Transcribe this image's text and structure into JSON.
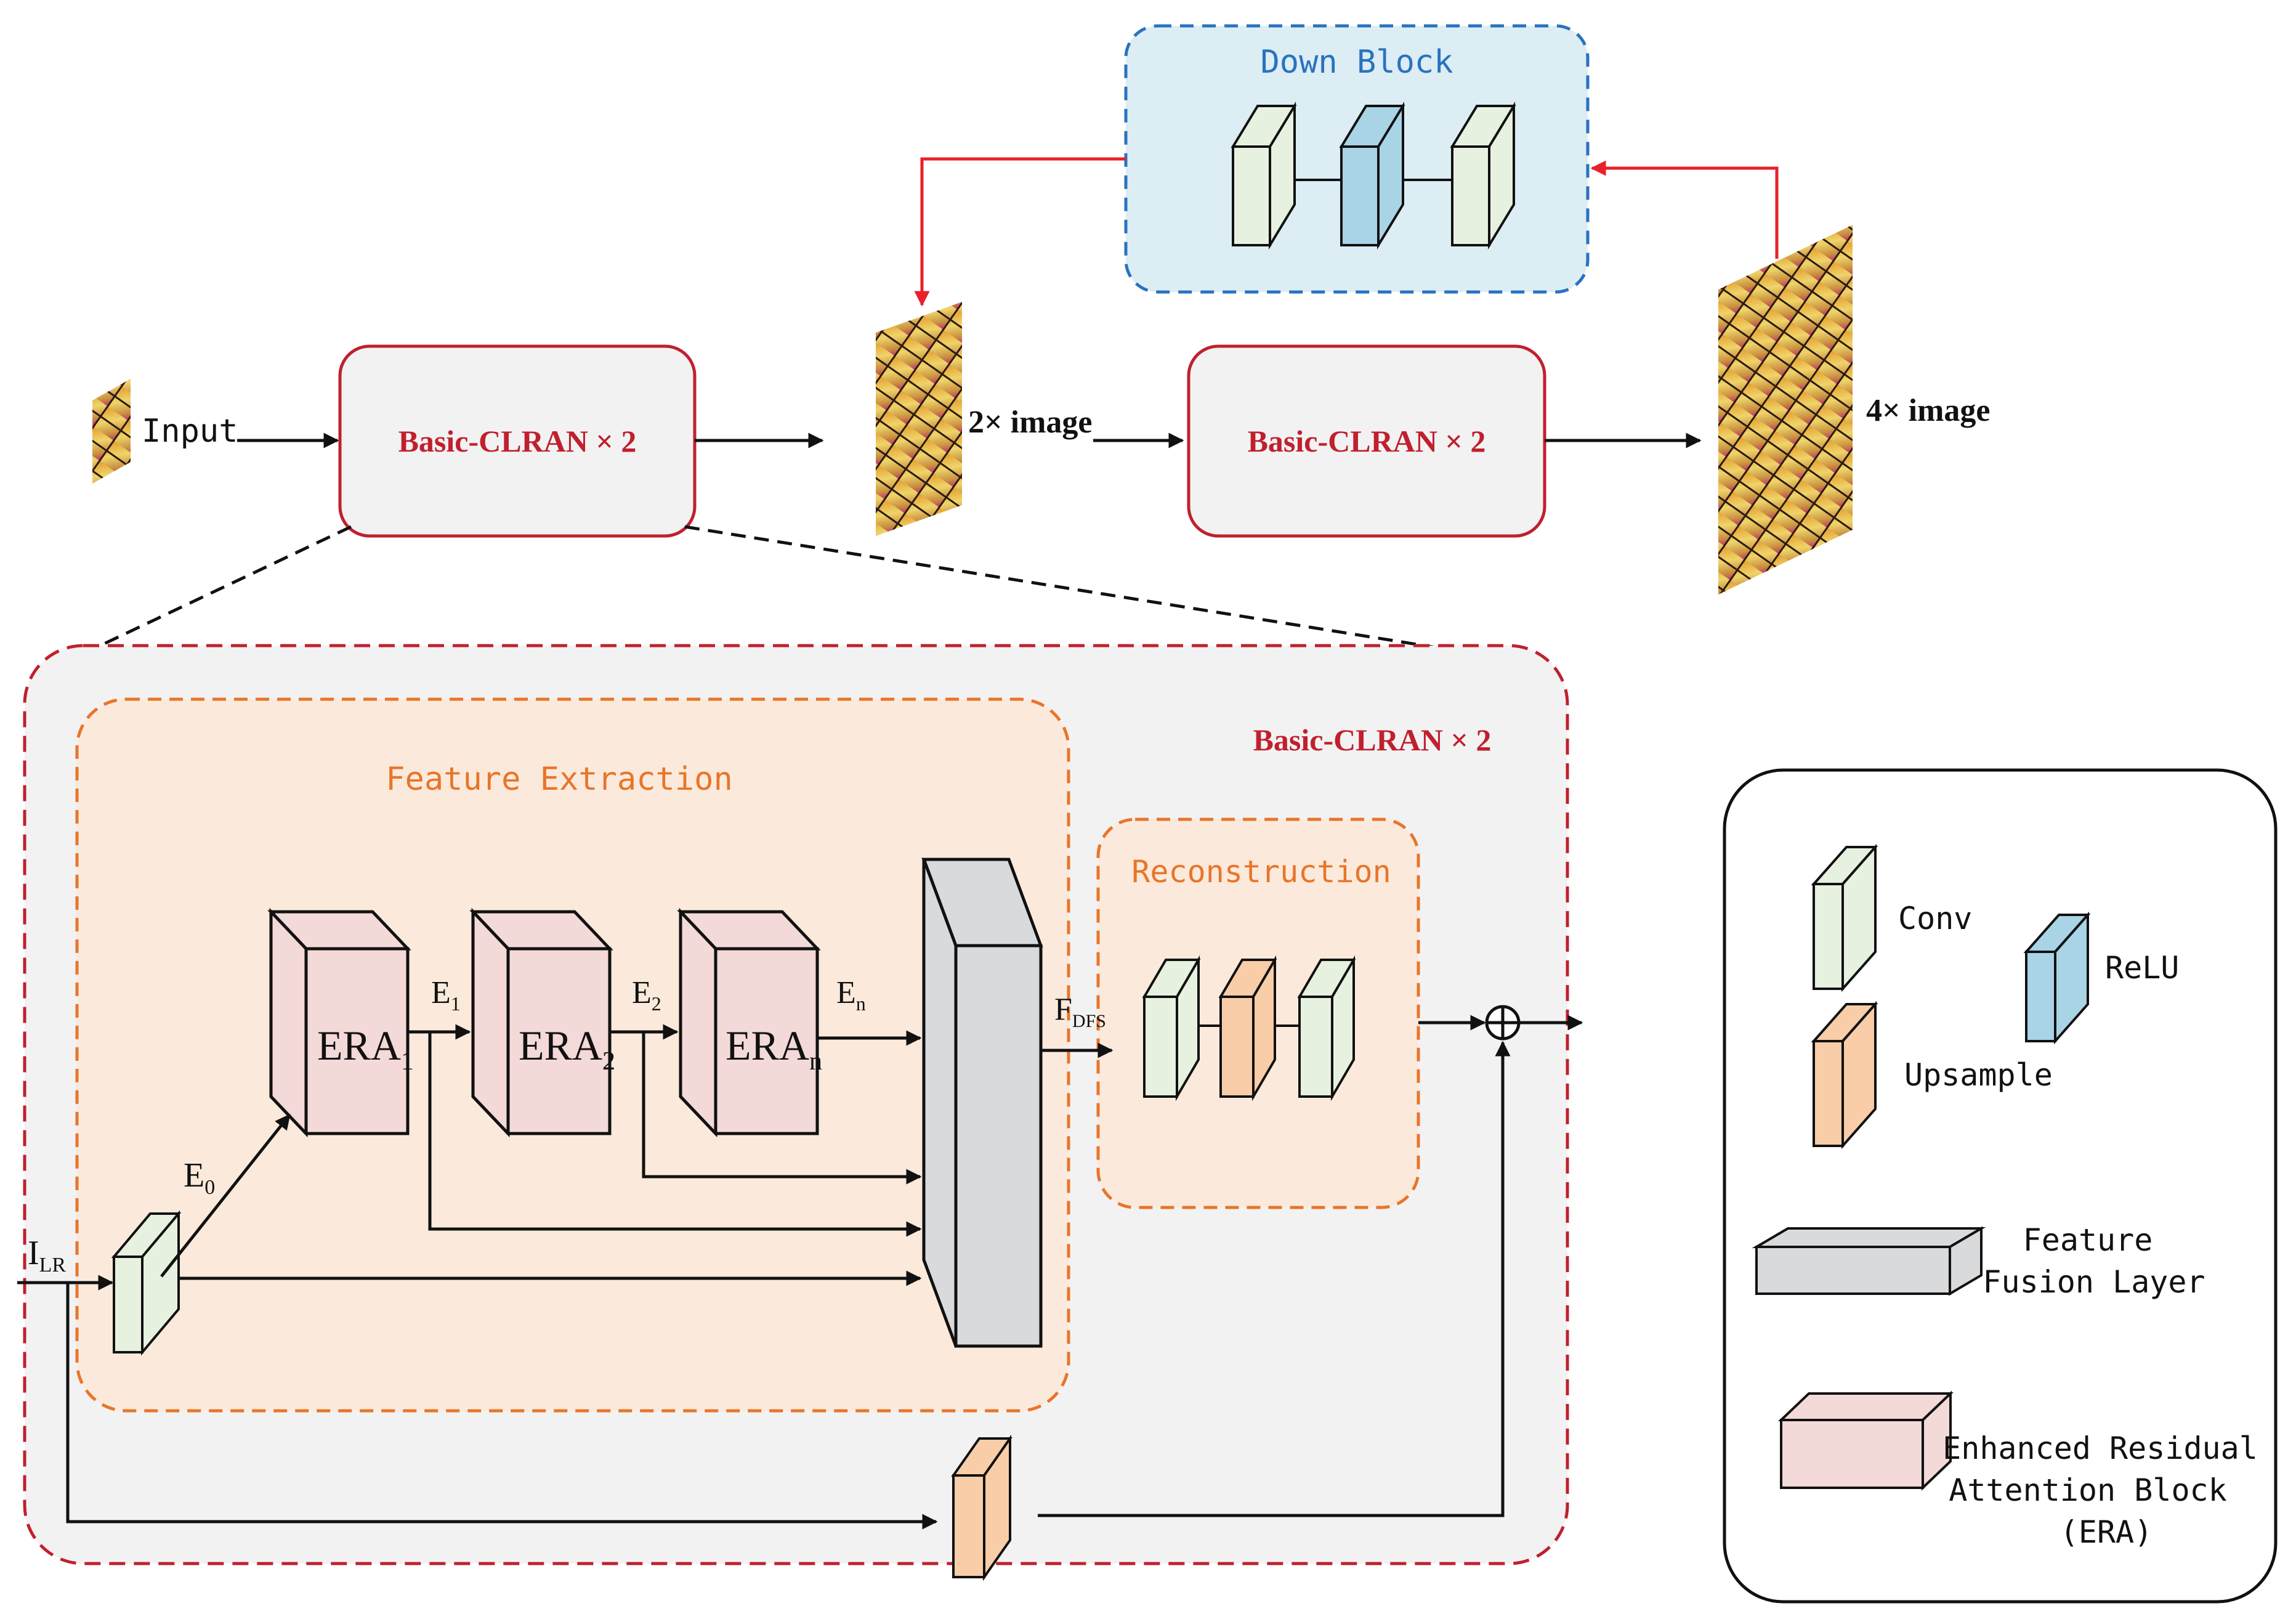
{
  "colors": {
    "red_block": "#c0202e",
    "red_arrow": "#e8212a",
    "blue_dash": "#2a72c0",
    "down_fill": "#dcedf4",
    "orange_dash": "#e8752a",
    "orange_fill": "#fbeadb",
    "gray_fill": "#f2f2f2",
    "conv": "#e7f1df",
    "relu": "#a9d4e6",
    "upsample": "#f8cda8",
    "era": "#f3d9d8",
    "fusion": "#d9dadc"
  },
  "top_row": {
    "input_label": "Input",
    "block1_label": "Basic-CLRAN × 2",
    "image2x_label": "2× image",
    "block2_label": "Basic-CLRAN × 2",
    "image4x_label": "4× image",
    "down_block_label": "Down Block"
  },
  "detail": {
    "title": "Basic-CLRAN × 2",
    "feature_extraction_label": "Feature Extraction",
    "reconstruction_label": "Reconstruction",
    "input_main": "I",
    "input_sub": "LR",
    "e0_main": "E",
    "e0_sub": "0",
    "e1_main": "E",
    "e1_sub": "1",
    "e2_main": "E",
    "e2_sub": "2",
    "en_main": "E",
    "en_sub": "n",
    "fdfs_main": "F",
    "fdfs_sub": "DFS",
    "era1_main": "ERA",
    "era1_sub": "1",
    "era2_main": "ERA",
    "era2_sub": "2",
    "eran_main": "ERA",
    "eran_sub": "n",
    "sum_symbol": "⊕"
  },
  "legend": {
    "conv": "Conv",
    "relu": "ReLU",
    "upsample": "Upsample",
    "fusion_line1": "Feature",
    "fusion_line2": "Fusion Layer",
    "era_line1": "Enhanced Residual",
    "era_line2": "Attention Block",
    "era_line3": "(ERA)"
  }
}
